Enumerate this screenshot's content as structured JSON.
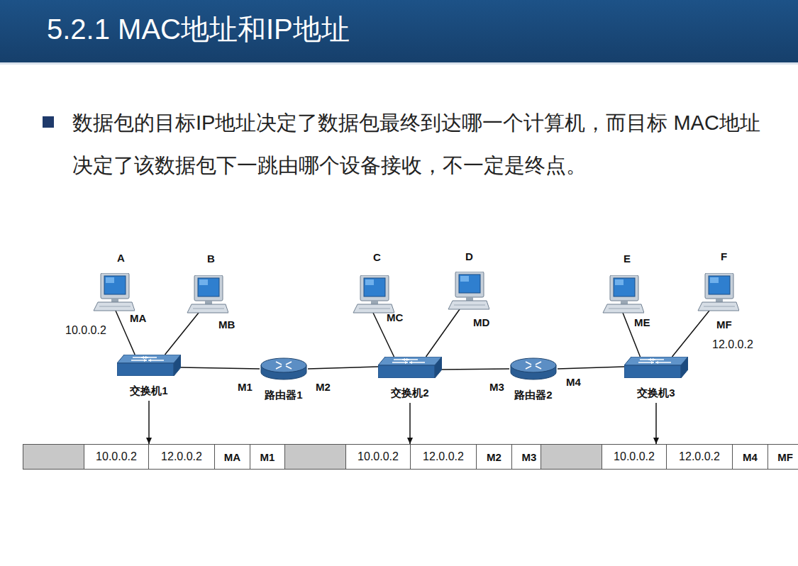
{
  "diagram": {
    "title": "5.2.1 MAC地址和IP地址",
    "nodes": [
      {
        "text": [
          "A",
          "MA",
          "10.0.0.2"
        ]
      },
      {
        "text": [
          "B",
          "MB"
        ]
      },
      {
        "text": [
          "C",
          "MC"
        ]
      },
      {
        "text": [
          "D",
          "MD"
        ]
      },
      {
        "text": [
          "E",
          "ME"
        ]
      },
      {
        "text": [
          "F",
          "MF",
          "12.0.0.2"
        ]
      },
      {
        "text": [
          "交换机1"
        ]
      },
      {
        "text": [
          "路由器1"
        ]
      },
      {
        "text": [
          "交换机2"
        ]
      },
      {
        "text": [
          "路由器2"
        ]
      },
      {
        "text": [
          "交换机3"
        ]
      },
      {
        "text": [
          "10.0.0.2",
          "12.0.0.2",
          "MA",
          "M1"
        ]
      },
      {
        "text": [
          "10.0.0.2",
          "12.0.0.2",
          "M2",
          "M3"
        ]
      },
      {
        "text": [
          "10.0.0.2",
          "12.0.0.2",
          "M4",
          "MF"
        ]
      }
    ],
    "edges": [
      {
        "from": 0,
        "to": 6,
        "arrow": "none"
      },
      {
        "from": 1,
        "to": 6,
        "arrow": "none"
      },
      {
        "from": 6,
        "to": 7,
        "arrow": "none"
      },
      {
        "from": 7,
        "to": 8,
        "arrow": "none"
      },
      {
        "from": 2,
        "to": 8,
        "arrow": "none"
      },
      {
        "from": 3,
        "to": 8,
        "arrow": "none"
      },
      {
        "from": 8,
        "to": 9,
        "arrow": "none"
      },
      {
        "from": 9,
        "to": 10,
        "arrow": "none"
      },
      {
        "from": 4,
        "to": 10,
        "arrow": "none"
      },
      {
        "from": 5,
        "to": 10,
        "arrow": "none"
      },
      {
        "from": 6,
        "to": 11,
        "arrow": "to"
      },
      {
        "from": 8,
        "to": 12,
        "arrow": "to"
      },
      {
        "from": 10,
        "to": 13,
        "arrow": "to"
      }
    ],
    "labels": [
      "数据包的目标IP地址决定了数据包最终到达哪一个计算机，而目标 MAC地址决定了该数据包下一跳由哪个设备接收，不一定是终点。",
      "M1",
      "M2",
      "M3",
      "M4"
    ]
  }
}
